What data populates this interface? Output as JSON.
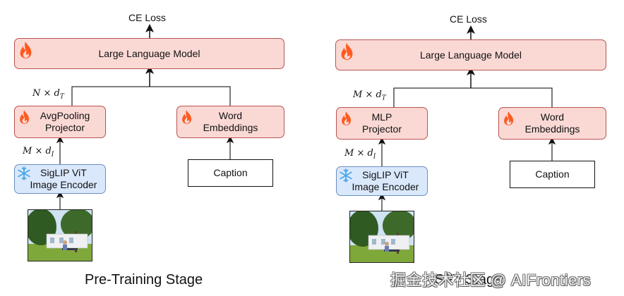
{
  "panels": [
    {
      "id": "pretraining",
      "loss_label": "CE Loss",
      "llm_label": "Large Language Model",
      "projector_label_line1": "AvgPooling",
      "projector_label_line2": "Projector",
      "encoder_label_line1": "SigLIP ViT",
      "encoder_label_line2": "Image Encoder",
      "word_emb_line1": "Word",
      "word_emb_line2": "Embeddings",
      "caption_label": "Caption",
      "proj_out_dim": {
        "base": "N × d",
        "sub": "T"
      },
      "enc_out_dim": {
        "base": "M × d",
        "sub": "I"
      },
      "stage_label": "Pre-Training Stage",
      "trainable": {
        "llm": true,
        "projector": true,
        "word_embeddings": true,
        "encoder": false
      }
    },
    {
      "id": "sft",
      "loss_label": "CE Loss",
      "llm_label": "Large Language Model",
      "projector_label_line1": "MLP",
      "projector_label_line2": "Projector",
      "encoder_label_line1": "SigLIP ViT",
      "encoder_label_line2": "Image Encoder",
      "word_emb_line1": "Word",
      "word_emb_line2": "Embeddings",
      "caption_label": "Caption",
      "proj_out_dim": {
        "base": "M × d",
        "sub": "T"
      },
      "enc_out_dim": {
        "base": "M × d",
        "sub": "I"
      },
      "stage_label": "SFT Stage",
      "trainable": {
        "llm": true,
        "projector": true,
        "word_embeddings": true,
        "encoder": false
      }
    }
  ],
  "icons": {
    "trainable": "fire-icon",
    "frozen": "snowflake-icon"
  },
  "colors": {
    "trainable_fill": "#fad9d5",
    "trainable_stroke": "#b85450",
    "frozen_fill": "#dae8fc",
    "frozen_stroke": "#6c8ebf",
    "fire": "#ff5a1f",
    "snowflake": "#4aa8e8"
  },
  "watermark": "掘金技术社区 @ AIFrontiers"
}
